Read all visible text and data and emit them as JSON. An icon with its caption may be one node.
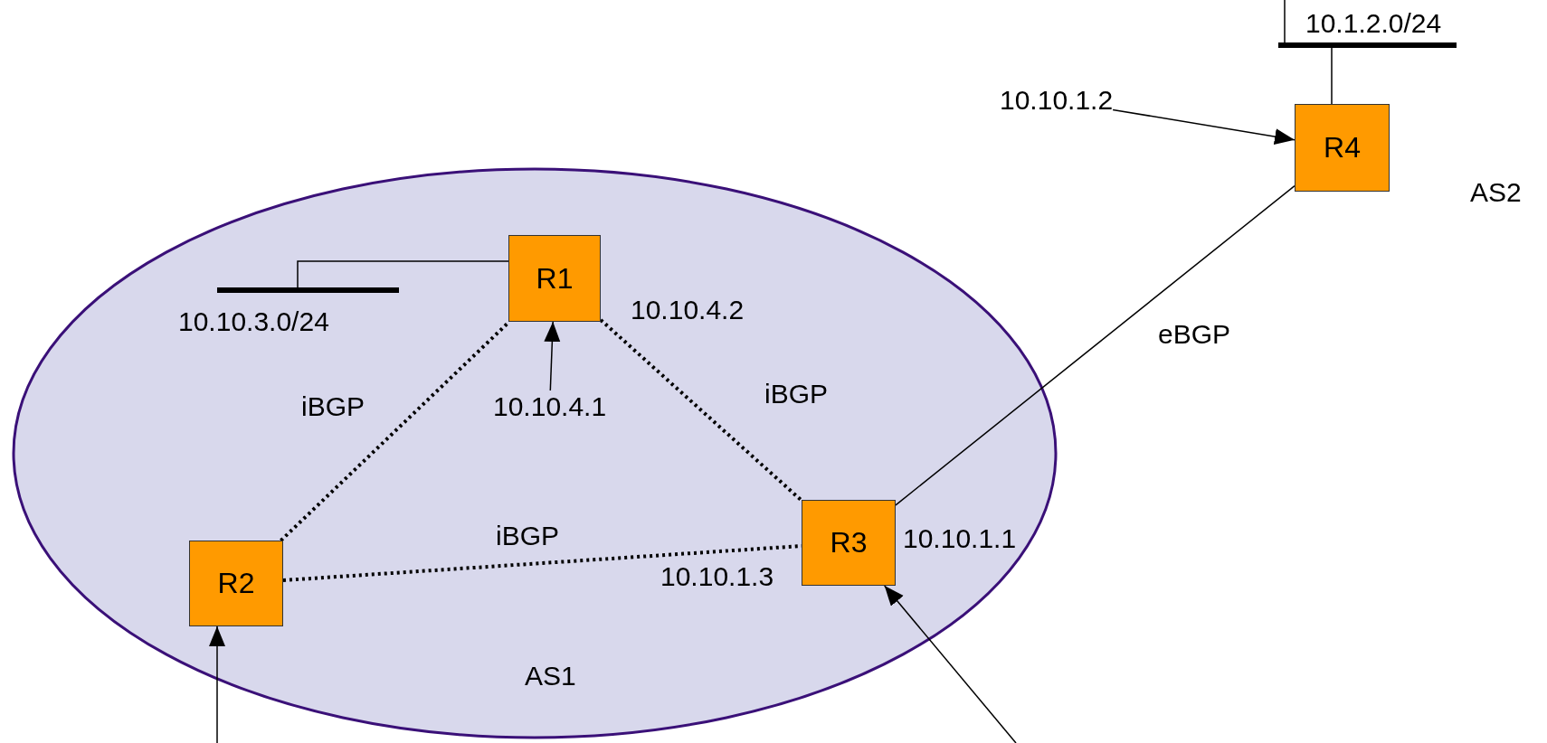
{
  "diagram": {
    "nodes": [
      {
        "text": [
          "10.1.2.0/24"
        ]
      },
      {
        "text": [
          "10.10.1.2"
        ]
      },
      {
        "text": [
          "R4"
        ]
      },
      {
        "text": [
          "AS1"
        ]
      },
      {
        "text": [
          "10.10.3.0/24"
        ],
        "in": 3
      },
      {
        "text": [
          "R1"
        ],
        "in": 3
      },
      {
        "text": [
          "10.10.4.1"
        ],
        "in": 3
      },
      {
        "text": [
          "R2"
        ],
        "in": 3
      },
      {
        "text": [
          "R3"
        ],
        "in": 3
      }
    ],
    "edges": [
      {
        "from": 0,
        "to": null,
        "arrow": "none"
      },
      {
        "from": 2,
        "to": 0,
        "arrow": "none"
      },
      {
        "from": 1,
        "to": 2,
        "arrow": "to"
      },
      {
        "from": 5,
        "to": 4,
        "arrow": "none"
      },
      {
        "from": 6,
        "to": 5,
        "arrow": "to"
      },
      {
        "from": 7,
        "to": 5,
        "arrow": "none",
        "style": "dashed",
        "label": "iBGP"
      },
      {
        "from": 5,
        "to": 8,
        "arrow": "none",
        "style": "dashed",
        "label": "iBGP"
      },
      {
        "from": 7,
        "to": 8,
        "arrow": "none",
        "style": "dashed",
        "label": "iBGP"
      },
      {
        "from": 8,
        "to": 2,
        "arrow": "none",
        "label": "eBGP"
      },
      {
        "from": null,
        "to": 7,
        "arrow": "to"
      },
      {
        "from": null,
        "to": 8,
        "arrow": "to"
      }
    ],
    "labels": [
      "AS2",
      "10.10.4.2",
      "10.10.1.3",
      "10.10.1.1"
    ]
  }
}
